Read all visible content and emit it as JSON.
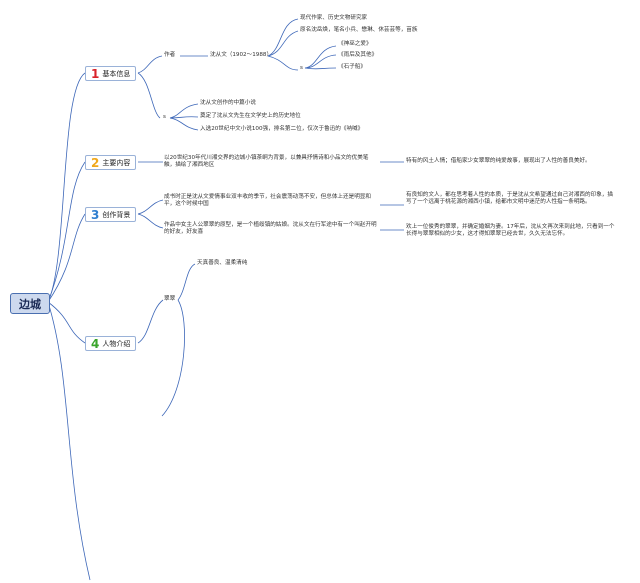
{
  "root": "边城",
  "colors": {
    "line": "#3d67b8",
    "num1": "#d9232a",
    "num2": "#f0a81c",
    "num3": "#2f7fd0",
    "num4": "#3aa52b"
  },
  "branches": [
    {
      "num": "1",
      "label": "基本信息"
    },
    {
      "num": "2",
      "label": "主要内容"
    },
    {
      "num": "3",
      "label": "创作背景"
    },
    {
      "num": "4",
      "label": "人物介绍"
    }
  ],
  "info": {
    "author_label": "作者",
    "author_name": "沈从文（1902～1988）",
    "details": [
      "现代作家、历史文物研究家",
      "原名沈岳焕，笔名小兵、懋琳、休芸芸等，苗族"
    ],
    "works_label": "s",
    "works": [
      "《神巫之爱》",
      "《雨后及其他》",
      "《石子船》"
    ],
    "novel_label": "s",
    "novel": [
      "沈从文创作的中篇小说",
      "奠定了沈从文先生在文学史上的历史地位",
      "入选20世纪中文小说100强，排名第二位，仅次于鲁迅的《呐喊》"
    ]
  },
  "content": {
    "text": "以20世纪30年代川湘交界的边城小镇茶峒为背景，以兼具抒情诗和小品文的优美笔触，描绘了湘西地区",
    "extra": "特有的风土人情；借船家少女翠翠的纯爱故事，展现出了人性的善良美好。"
  },
  "background": {
    "left": [
      "成书时正是沈从文爱情事业双丰收的季节，社会震荡动荡不安，但总体上还是明显和平，这个时候中国",
      "作品中女主人公翠翠的原型，是一个植绥镇的姑娘。沈从文在行军途中有一个叫赵开明的好友，好友喜"
    ],
    "right": [
      "有良知的文人，都在思考着人性的本质，于是沈从文希望通过自己对湘西的印象，描写了一个远离于桃花源的湘西小镇，给都市文明中迷茫的人性指一条明路。",
      "欢上一位俊秀的翠翠，并确定婚姻为妻。17年后，沈从文再次来到此地，只看到一个长得与翠翠相似的少女，这才得知翠翠已经去世，久久无法忘怀。"
    ]
  },
  "characters": {
    "label": "翠翠",
    "traits": [
      "天真善良、温柔清纯"
    ]
  }
}
